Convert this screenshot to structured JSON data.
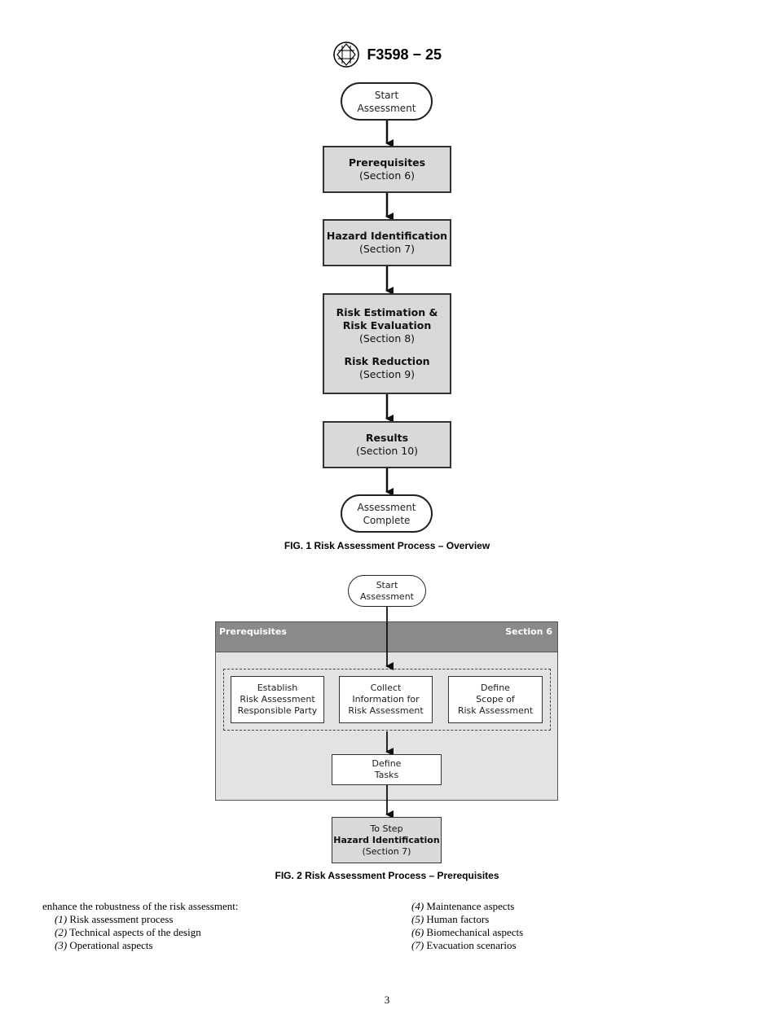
{
  "header": {
    "standard_code": "F3598 − 25",
    "logo_name": "astm-logo"
  },
  "fig1": {
    "start": [
      "Start",
      "Assessment"
    ],
    "prerequisites": {
      "title": "Prerequisites",
      "section": "(Section 6)"
    },
    "hazard": {
      "title": "Hazard Identification",
      "section": "(Section 7)"
    },
    "risk": {
      "title1": "Risk Estimation &",
      "title2": "Risk Evaluation",
      "section1": "(Section 8)",
      "title3": "Risk Reduction",
      "section2": "(Section 9)"
    },
    "results": {
      "title": "Results",
      "section": "(Section 10)"
    },
    "end": [
      "Assessment",
      "Complete"
    ],
    "caption": "FIG. 1 Risk Assessment Process – Overview"
  },
  "fig2": {
    "start": [
      "Start",
      "Assessment"
    ],
    "panel_left": "Prerequisites",
    "panel_right": "Section 6",
    "box1": [
      "Establish",
      "Risk Assessment",
      "Responsible Party"
    ],
    "box2": [
      "Collect",
      "Information for",
      "Risk Assessment"
    ],
    "box3": [
      "Define",
      "Scope of",
      "Risk Assessment"
    ],
    "box4": [
      "Define",
      "Tasks"
    ],
    "next": {
      "line1": "To Step",
      "line2": "Hazard Identification",
      "line3": "(Section 7)"
    },
    "caption": "FIG. 2 Risk Assessment Process – Prerequisites"
  },
  "body": {
    "intro": "enhance the robustness of the risk assessment:",
    "left_items": [
      {
        "num": "(1)",
        "text": "Risk assessment process"
      },
      {
        "num": "(2)",
        "text": "Technical aspects of the design"
      },
      {
        "num": "(3)",
        "text": "Operational aspects"
      }
    ],
    "right_items": [
      {
        "num": "(4)",
        "text": "Maintenance aspects"
      },
      {
        "num": "(5)",
        "text": "Human factors"
      },
      {
        "num": "(6)",
        "text": "Biomechanical aspects"
      },
      {
        "num": "(7)",
        "text": "Evacuation scenarios"
      }
    ]
  },
  "page_number": "3"
}
